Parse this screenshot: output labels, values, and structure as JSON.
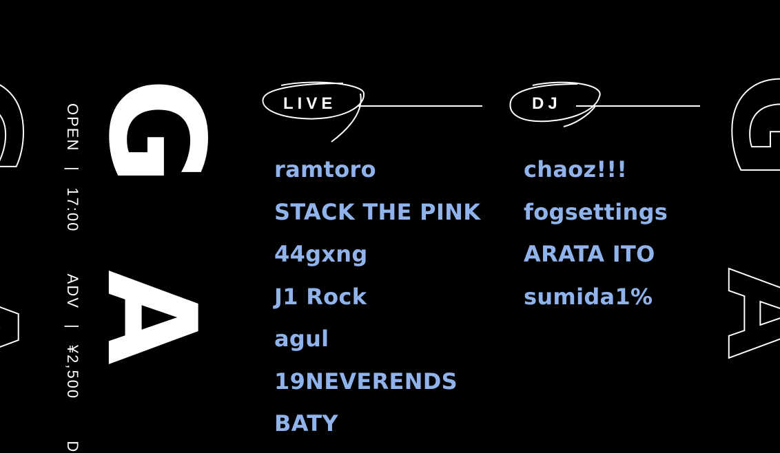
{
  "ghost_letters": {
    "left_top": "G",
    "left_bottom": "A",
    "right_top": "G",
    "right_bottom": "A"
  },
  "big_letters": {
    "top": "G",
    "bottom": "A"
  },
  "info": {
    "open_label": "OPEN",
    "separator": "|",
    "open_time": "17:00",
    "adv_label": "ADV",
    "adv_price": "¥2,500",
    "next_label_partial": "D"
  },
  "live": {
    "header": "LIVE",
    "artists": [
      "ramtoro",
      "STACK THE PINK",
      "44gxng",
      "J1 Rock",
      "agul",
      "19NEVERENDS",
      "BATY"
    ]
  },
  "dj": {
    "header": "DJ",
    "artists": [
      "chaoz!!!",
      "fogsettings",
      "ARATA ITO",
      "sumida1%"
    ]
  },
  "colors": {
    "background": "#000000",
    "text": "#ffffff",
    "artist": "#8fb3ea"
  }
}
